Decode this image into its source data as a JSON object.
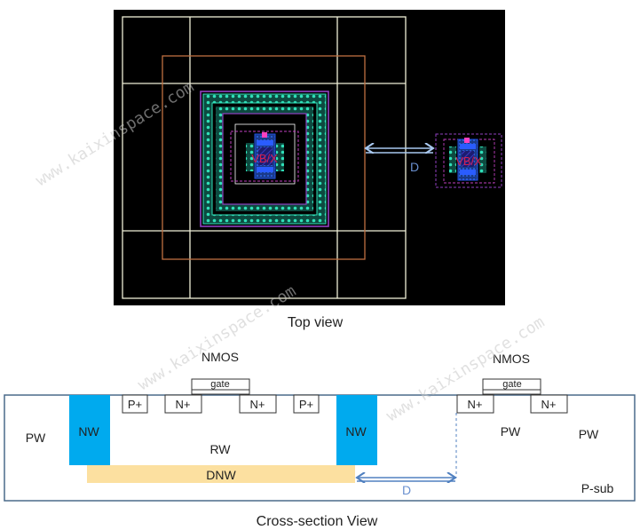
{
  "watermark": "www.kaixinspace.com",
  "top_view": {
    "caption": "Top view",
    "vbx_label": "VB/X",
    "distance_label": "D",
    "colors": {
      "background": "#000000",
      "grid": "#f0f0d8",
      "deep_nwell": "#c07040",
      "guard_ring": "#20c8a0",
      "poly": "#9040c0",
      "metal": "#2050e0",
      "arrow": "#a8c8f0",
      "label_blue": "#6a90d0"
    }
  },
  "cross_section": {
    "caption": "Cross-section View",
    "nmos_left": "NMOS",
    "nmos_right": "NMOS",
    "gate_left": "gate",
    "gate_right": "gate",
    "regions": {
      "pw_left": "PW",
      "nw_left": "NW",
      "pplus_1": "P+",
      "nplus_1": "N+",
      "nplus_2": "N+",
      "pplus_2": "P+",
      "rw": "RW",
      "nw_right": "NW",
      "dnw": "DNW",
      "nplus_3": "N+",
      "nplus_4": "N+",
      "pw_mid": "PW",
      "pw_right": "PW",
      "psub": "P-sub"
    },
    "distance_label": "D",
    "colors": {
      "nwell": "#00aaee",
      "dnw": "#fce0a0",
      "border": "#4a6a8a",
      "arrow": "#5080c0",
      "label_blue": "#6a90d0"
    }
  }
}
